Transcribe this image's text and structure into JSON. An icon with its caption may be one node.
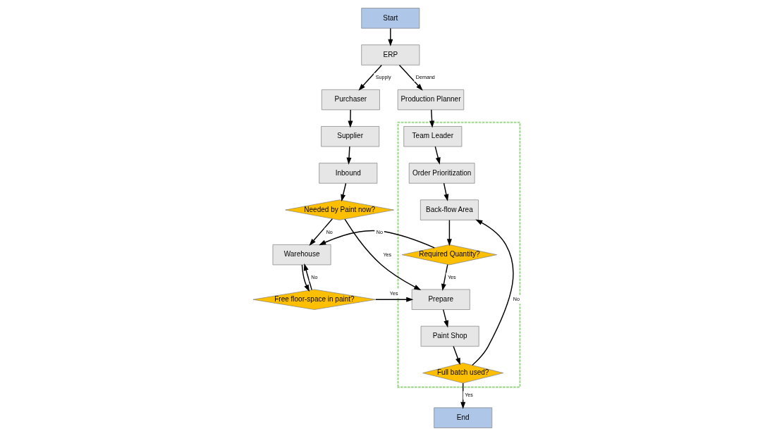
{
  "diagram": {
    "nodes": [
      {
        "text": [
          "Start"
        ]
      },
      {
        "text": [
          "ERP"
        ]
      },
      {
        "text": [
          "Purchaser"
        ]
      },
      {
        "text": [
          "Supplier"
        ]
      },
      {
        "text": [
          "Inbound"
        ]
      },
      {
        "text": [
          "Needed by Paint now?"
        ]
      },
      {
        "text": [
          "Production Planner"
        ]
      },
      {
        "text": [],
        "shape": "box"
      },
      {
        "text": [
          "Team Leader"
        ],
        "in": 7
      },
      {
        "text": [
          "Order Prioritization"
        ],
        "in": 7
      },
      {
        "text": [
          "End"
        ]
      },
      {
        "text": [
          "Warehouse"
        ]
      },
      {
        "text": [
          "Required Quantity?"
        ],
        "in": 7
      },
      {
        "text": [
          "Back-flow Area"
        ],
        "in": 7
      },
      {
        "text": [
          "Full batch used?"
        ],
        "in": 7
      },
      {
        "text": [
          "Free floor-space in paint?"
        ]
      },
      {
        "text": [
          "Prepare"
        ],
        "in": 7
      },
      {
        "text": [
          "Paint Shop"
        ],
        "in": 7
      }
    ],
    "edges": [
      {
        "from": 0,
        "to": 1,
        "arrow": "to"
      },
      {
        "from": 1,
        "to": 2,
        "arrow": "to",
        "label": "Supply"
      },
      {
        "from": 2,
        "to": 3,
        "arrow": "to"
      },
      {
        "from": 3,
        "to": 4,
        "arrow": "to"
      },
      {
        "from": 4,
        "to": 5,
        "arrow": "to"
      },
      {
        "from": 1,
        "to": 6,
        "arrow": "to",
        "label": "Demand"
      },
      {
        "from": 5,
        "to": 11,
        "arrow": "to",
        "label": "No"
      },
      {
        "from": 5,
        "to": 16,
        "arrow": "to",
        "label": "Yes"
      },
      {
        "from": 6,
        "to": 8,
        "arrow": "to"
      },
      {
        "from": 8,
        "to": 9,
        "arrow": "to"
      },
      {
        "from": 9,
        "to": 13,
        "arrow": "to"
      },
      {
        "from": 13,
        "to": 12,
        "arrow": "to"
      },
      {
        "from": 12,
        "to": 11,
        "arrow": "to",
        "label": "No"
      },
      {
        "from": 12,
        "to": 16,
        "arrow": "to",
        "label": "Yes"
      },
      {
        "from": 14,
        "to": 13,
        "arrow": "to",
        "label": "No"
      },
      {
        "from": 14,
        "to": 10,
        "arrow": "to",
        "label": "Yes"
      },
      {
        "from": 11,
        "to": 15,
        "arrow": "to"
      },
      {
        "from": 15,
        "to": 16,
        "arrow": "to",
        "label": "Yes"
      },
      {
        "from": 15,
        "to": 11,
        "arrow": "to",
        "label": "No"
      },
      {
        "from": 16,
        "to": 17,
        "arrow": "to"
      },
      {
        "from": 17,
        "to": 14,
        "arrow": "to"
      }
    ]
  }
}
